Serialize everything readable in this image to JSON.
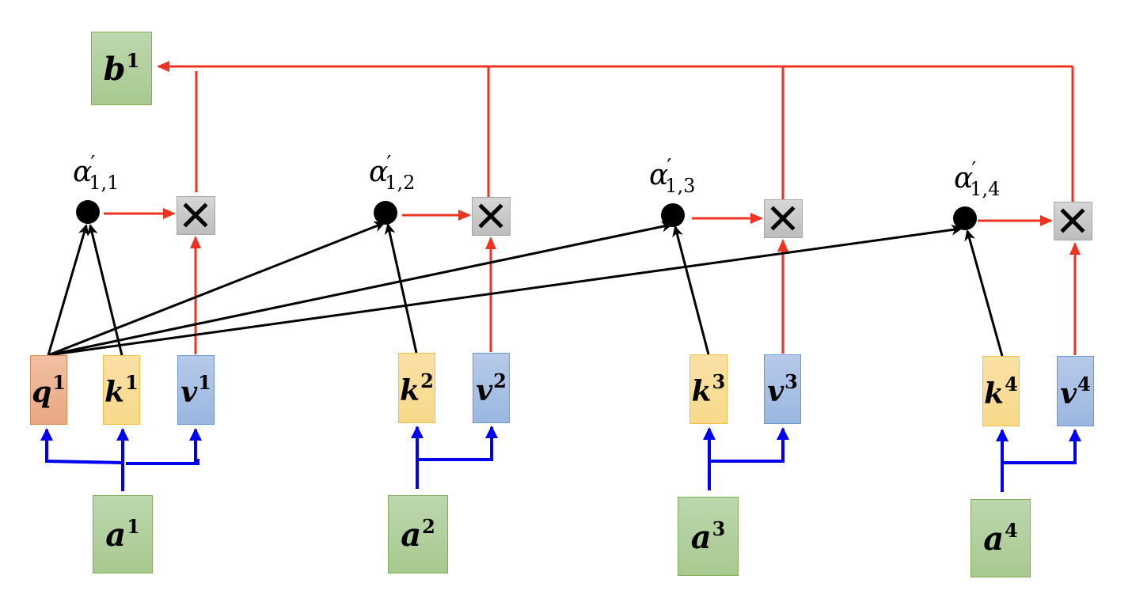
{
  "diagram": {
    "title": "Self-attention output b1 computed from weighted values",
    "colors": {
      "output_arrows": "#ee3323",
      "input_arrows": "#0000ee",
      "score_arrows": "#000000",
      "green_box": "#b0cd97",
      "query_box": "#eaae8c",
      "key_box": "#f8db94",
      "value_box": "#a5bfe4",
      "multiply_box": "#c8c8c8"
    },
    "output": {
      "var": "b",
      "sup": "1"
    },
    "inputs": [
      {
        "var": "a",
        "sup": "1"
      },
      {
        "var": "a",
        "sup": "2"
      },
      {
        "var": "a",
        "sup": "3"
      },
      {
        "var": "a",
        "sup": "4"
      }
    ],
    "query": {
      "var": "q",
      "sup": "1"
    },
    "keys": [
      {
        "var": "k",
        "sup": "1"
      },
      {
        "var": "k",
        "sup": "2"
      },
      {
        "var": "k",
        "sup": "3"
      },
      {
        "var": "k",
        "sup": "4"
      }
    ],
    "values": [
      {
        "var": "v",
        "sup": "1"
      },
      {
        "var": "v",
        "sup": "2"
      },
      {
        "var": "v",
        "sup": "3"
      },
      {
        "var": "v",
        "sup": "4"
      }
    ],
    "attention_weights": [
      {
        "symbol": "α",
        "prime": "′",
        "sub": "1,1"
      },
      {
        "symbol": "α",
        "prime": "′",
        "sub": "1,2"
      },
      {
        "symbol": "α",
        "prime": "′",
        "sub": "1,3"
      },
      {
        "symbol": "α",
        "prime": "′",
        "sub": "1,4"
      }
    ],
    "multiply_symbol": "×"
  }
}
